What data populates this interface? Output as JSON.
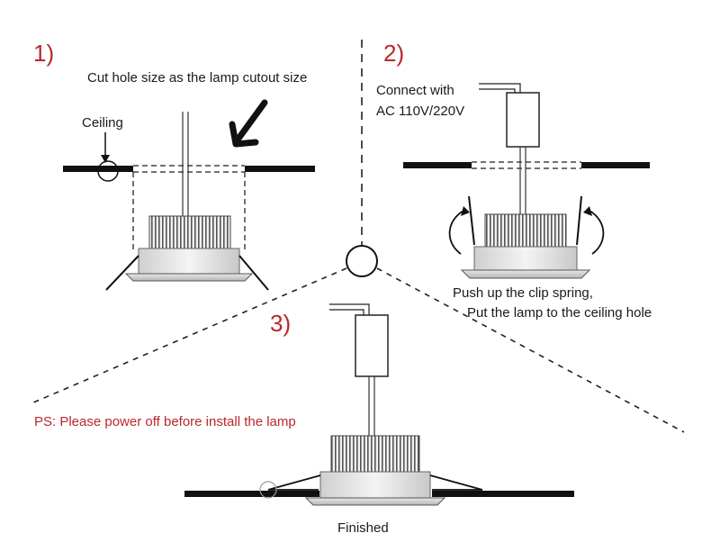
{
  "steps": {
    "one": {
      "number": "1)",
      "instruction": "Cut hole size as the lamp cutout size",
      "ceiling_label": "Ceiling"
    },
    "two": {
      "number": "2)",
      "connect_line1": "Connect with",
      "connect_line2": "AC 110V/220V",
      "push_line1": "Push up the clip spring,",
      "push_line2": "Put the lamp to the ceiling hole"
    },
    "three": {
      "number": "3)",
      "warning": "PS: Please power off before install the lamp",
      "finished_label": "Finished"
    }
  },
  "colors": {
    "step_number": "#b8282d",
    "warning_text": "#b8282d",
    "ceiling": "#111111",
    "lamp_body": "#e6e6e6"
  },
  "icons": [
    "arrow-down-left-icon",
    "clip-spring-arrow-icon",
    "driver-box-icon",
    "led-heatsink-icon"
  ]
}
